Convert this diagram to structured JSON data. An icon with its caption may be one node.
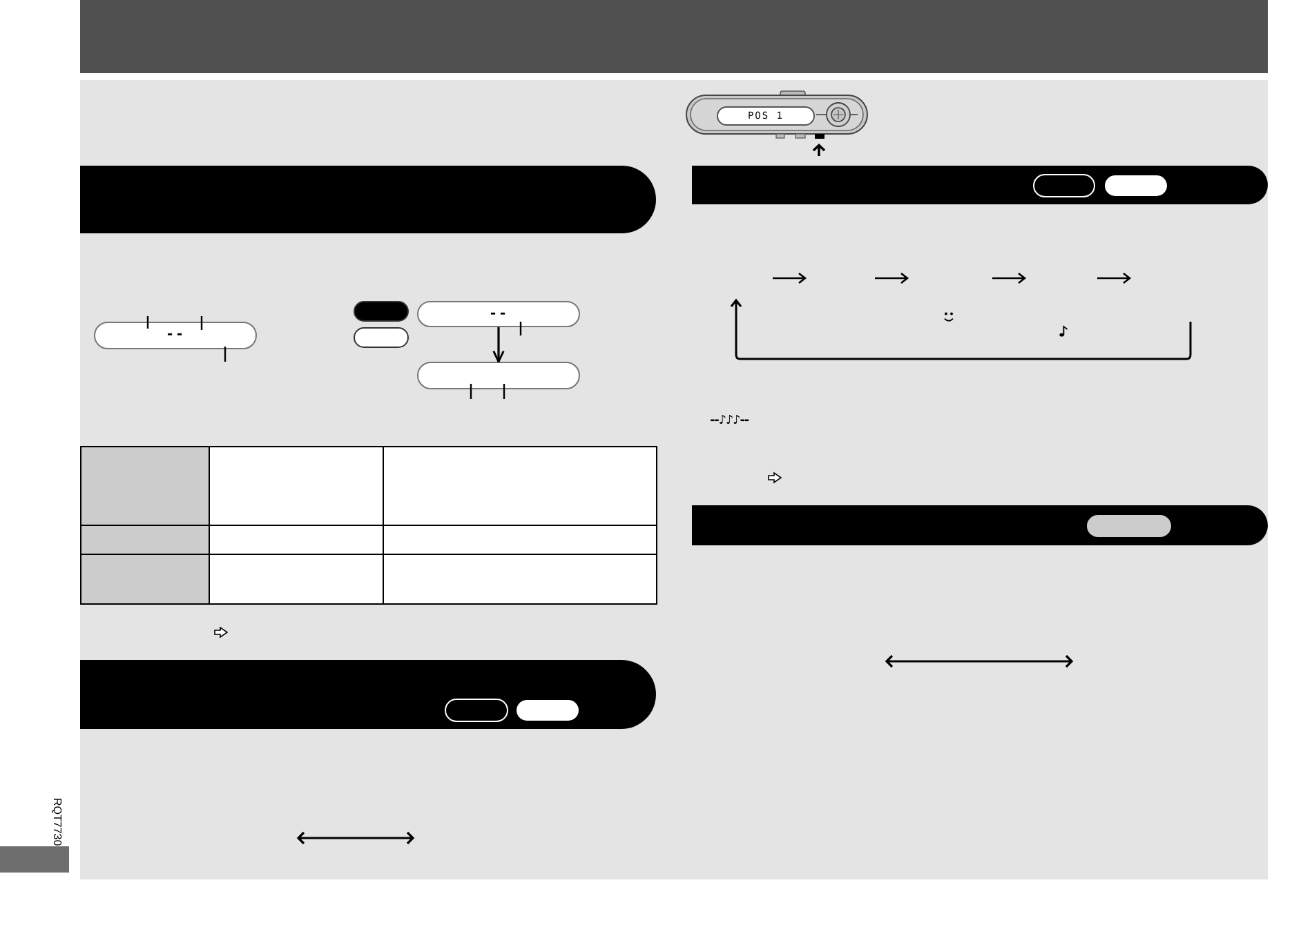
{
  "diagram": {
    "nodes": [
      {
        "text": [],
        "shape": "bar"
      },
      {
        "text": [
          "--"
        ]
      },
      {
        "text": [
          "--"
        ]
      },
      {
        "text": [],
        "shape": "box"
      },
      {
        "text": [],
        "shape": "bar"
      },
      {
        "text": [
          "POS 1"
        ]
      },
      {
        "text": [],
        "shape": "bar"
      },
      {
        "text": [],
        "shape": "bar"
      }
    ],
    "edges": [
      {
        "from": 2,
        "to": 3,
        "arrow": "to"
      }
    ],
    "labels": [
      "--♪♪♪--",
      "RQT7730"
    ]
  }
}
